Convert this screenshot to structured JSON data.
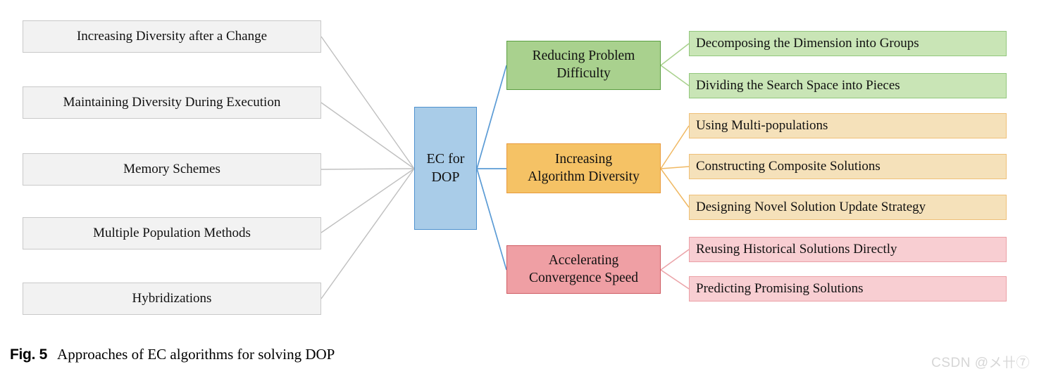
{
  "figure": {
    "root_label": "EC for\nDOP",
    "left_approaches": [
      "Increasing Diversity after a Change",
      "Maintaining Diversity During Execution",
      "Memory Schemes",
      "Multiple Population Methods",
      "Hybridizations"
    ],
    "branches": [
      {
        "label": "Reducing Problem\nDifficulty",
        "fill": "#a9d18e",
        "border": "#5b9e41",
        "leaf_fill": "#c9e5b6",
        "leaf_border": "#93c77d",
        "line_color": "#a9d18e",
        "children": [
          "Decomposing the Dimension into Groups",
          "Dividing the Search Space into Pieces"
        ]
      },
      {
        "label": "Increasing\nAlgorithm Diversity",
        "fill": "#f5c265",
        "border": "#e89a3c",
        "leaf_fill": "#f5e1ba",
        "leaf_border": "#efc078",
        "line_color": "#f0b862",
        "children": [
          "Using Multi-populations",
          "Constructing Composite Solutions",
          "Designing Novel Solution Update Strategy"
        ]
      },
      {
        "label": "Accelerating\nConvergence Speed",
        "fill": "#ef9fa4",
        "border": "#cf5b62",
        "leaf_fill": "#f8ced2",
        "leaf_border": "#eba0a6",
        "line_color": "#eba3a8",
        "children": [
          "Reusing Historical Solutions Directly",
          "Predicting Promising Solutions"
        ]
      }
    ],
    "colors": {
      "root_fill": "#a9cce8",
      "root_border": "#4e91ce",
      "left_fill": "#f2f2f2",
      "left_border": "#c9c9c9",
      "gray_line": "#bfbfbf",
      "blue_line": "#5b9bd5"
    }
  },
  "caption": {
    "label": "Fig. 5",
    "text": "Approaches of EC algorithms for solving DOP"
  },
  "watermark": {
    "text": "CSDN @メ卄⑦",
    "color": "#d6d6d6"
  }
}
